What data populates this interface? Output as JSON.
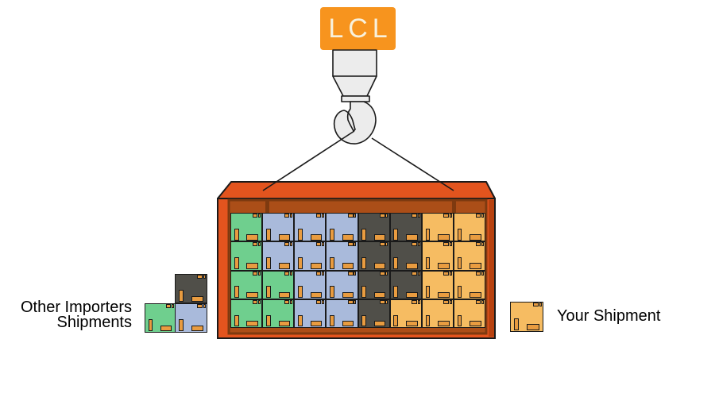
{
  "sign": {
    "label": "LCL"
  },
  "labels": {
    "left": [
      "Other Importers",
      "Shipments"
    ],
    "right": "Your Shipment"
  },
  "colors": {
    "outline": "#1A1A1A",
    "sign_bg": "#F7941E",
    "sign_text": "#F8F1DC",
    "container": "#E3541E",
    "container_inner": "#AB4E18",
    "container_seam": "#7E3A10",
    "container_shade": "#B84210",
    "hook_fill": "#ECECEC",
    "box_green": "#6FCF8E",
    "box_blue": "#A9BADB",
    "box_dark": "#504F49",
    "box_orange": "#F6BC62",
    "box_tab": "#E99C40"
  },
  "container_grid": {
    "rows": 4,
    "cols": 8,
    "cells": [
      [
        "green",
        "blue",
        "blue",
        "blue",
        "dark",
        "dark",
        "orange",
        "orange"
      ],
      [
        "green",
        "blue",
        "blue",
        "blue",
        "dark",
        "dark",
        "orange",
        "orange"
      ],
      [
        "green",
        "green",
        "blue",
        "blue",
        "dark",
        "dark",
        "orange",
        "orange"
      ],
      [
        "green",
        "green",
        "blue",
        "blue",
        "dark",
        "orange",
        "orange",
        "orange"
      ]
    ]
  },
  "left_stack": {
    "boxes": [
      {
        "color": "dark"
      },
      {
        "color": "green"
      },
      {
        "color": "blue"
      }
    ]
  },
  "right_box": {
    "color": "orange"
  }
}
